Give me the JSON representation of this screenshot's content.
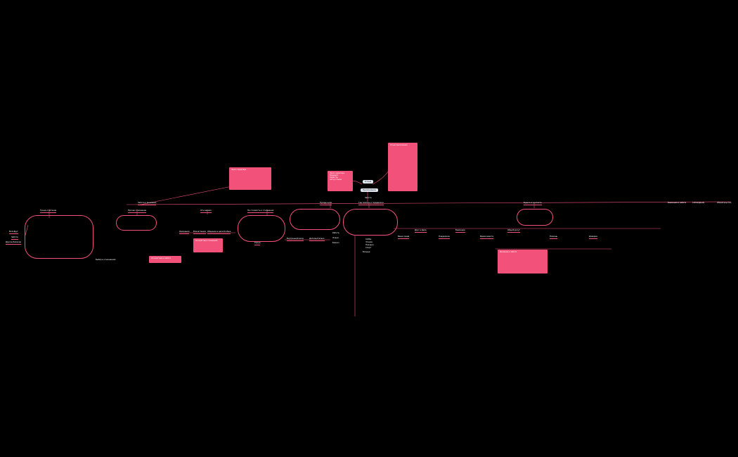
{
  "root": {
    "label": "Забота",
    "center": "Приложение",
    "top": "Отзыв"
  },
  "left_notes": {
    "title": "Пресс-секретарь",
    "lines": [
      "Пресс-секретарь",
      "Ведущий",
      "Редактор",
      "Автор отзыва"
    ]
  },
  "right_note": {
    "label": "Отзыв приложения"
  },
  "branches": [
    {
      "id": "b1",
      "label": "Забота и внимание"
    },
    {
      "id": "b2",
      "label": "Тренд и питание"
    },
    {
      "id": "b3",
      "label": "Прочее отношение"
    },
    {
      "id": "b4",
      "label": "Отношения"
    },
    {
      "id": "b5",
      "label": "Не стоимость и отношения"
    },
    {
      "id": "b6",
      "label": "Нужды цели"
    },
    {
      "id": "b7",
      "label": "Где помощь и поддержка"
    },
    {
      "id": "b8",
      "label": "Будьте в контакте"
    },
    {
      "id": "b9",
      "label": "Внимание и забота"
    },
    {
      "id": "b10",
      "label": "Соблюдение"
    },
    {
      "id": "b11",
      "label": "Обязательство"
    }
  ],
  "left_labels": [
    "Мой Друг",
    "Забота",
    "Другие Близкие"
  ],
  "small_labels": {
    "left_mid": "Выбор в отношениях",
    "ring": "Спокойствие отношений",
    "bottom_link": "Корни",
    "list_title": "Больше",
    "cats": [
      "Увлечения",
      "Впечатления",
      "Общение в цели",
      "Особые"
    ],
    "mid_items": [
      "Внутренний вход",
      "Дополнительно"
    ],
    "right_items": [
      "Работа",
      "Отдых",
      "Близко"
    ],
    "sub_items": [
      "Хобби",
      "Чтение",
      "Поездки",
      "Спорт"
    ]
  },
  "bottom_pink": "Спокойствие и забота",
  "right_pink": "Внимание и забота",
  "right_row": [
    "Ваша среда",
    "Друг в Деле",
    "Поддержка",
    "Внимание",
    "Время вместе",
    "Общий досуг",
    "Помощь",
    "Доверие"
  ]
}
